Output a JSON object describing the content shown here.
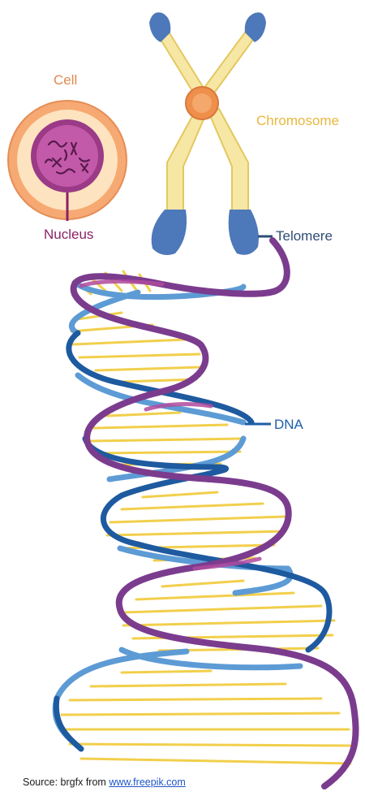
{
  "labels": {
    "cell": "Cell",
    "nucleus": "Nucleus",
    "chromosome": "Chromosome",
    "telomere": "Telomere",
    "dna": "DNA"
  },
  "source": {
    "prefix": "Source: brgfx from",
    "link_text": "www.freepik.com"
  },
  "colors": {
    "cell_outer": "#f6a972",
    "cell_inner": "#fde3bf",
    "nucleus": "#9b3a86",
    "nucleus_fill": "#c25aa9",
    "chromatin": "#5a1a4d",
    "chromosome_arm": "#f7e7a5",
    "chromosome_edge": "#e3c85f",
    "telomere": "#4d78b9",
    "centromere": "#ef8f4c",
    "strand_purple": "#7b3c8e",
    "strand_blue": "#5d9bd5",
    "strand_darkblue": "#1e5a9f",
    "base_pair": "#f2cf4c",
    "cell_label": "#e0894f",
    "nucleus_label": "#8a2266",
    "chromosome_label": "#e8b73f",
    "telomere_label": "#2f4d75",
    "dna_label": "#1f5ea8"
  },
  "icons": [
    "cell-icon",
    "nucleus-icon",
    "chromosome-icon",
    "dna-helix-icon"
  ]
}
